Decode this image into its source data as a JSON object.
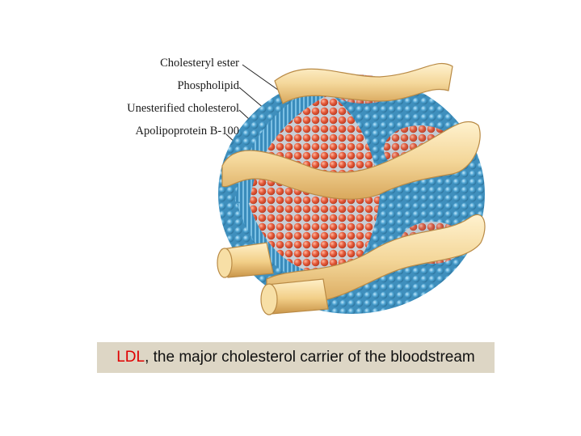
{
  "labels": {
    "cholesteryl_ester": "Cholesteryl ester",
    "phospholipid": "Phospholipid",
    "unesterified_cholesterol": "Unesterified cholesterol",
    "apolipoprotein": "Apolipoprotein B-100"
  },
  "caption": {
    "highlight": "LDL",
    "rest": ", the major cholesterol carrier of the bloodstream"
  },
  "colors": {
    "highlight": "#e00000",
    "caption_bg": "#ddd6c5",
    "core_red": "#e05a3a",
    "shell_blue": "#4aa0cf",
    "ribbon": "#f4d79a"
  }
}
